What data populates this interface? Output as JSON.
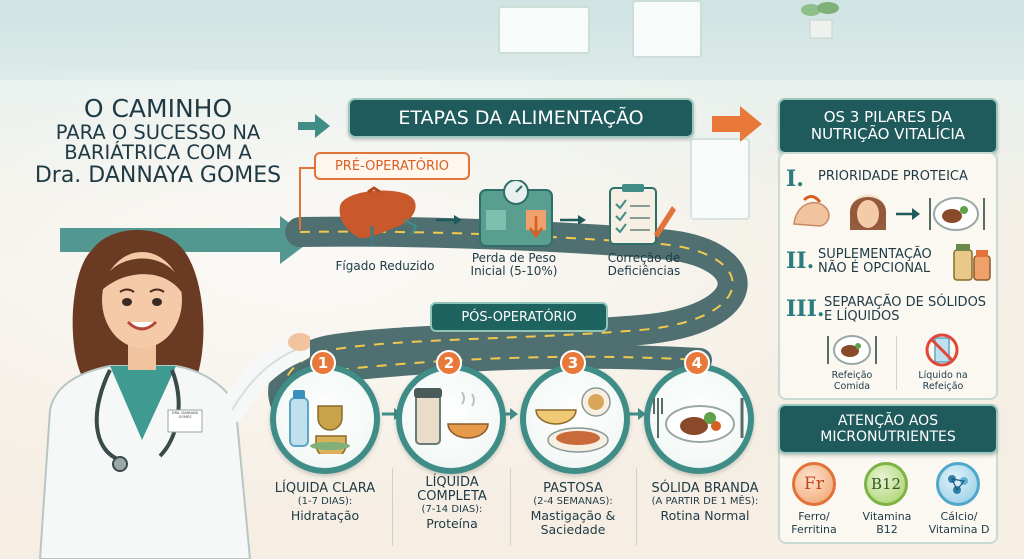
{
  "title": {
    "line1": "O CAMINHO",
    "line2": "PARA O SUCESSO NA",
    "line3": "BARIÁTRICA COM A",
    "line4": "Dra. DANNAYA GOMES"
  },
  "etapas_header": "ETAPAS DA ALIMENTAÇÃO",
  "pre_operatorio": {
    "label": "PRÉ-OPERATÓRIO",
    "steps": [
      {
        "label": "Fígado Reduzido",
        "icon": "liver-icon"
      },
      {
        "label": "Perda de Peso Inicial (5-10%)",
        "icon": "scale-icon"
      },
      {
        "label": "Correção de Deficiências",
        "icon": "clipboard-icon"
      }
    ]
  },
  "pos_operatorio": {
    "label": "PÓS-OPERATÓRIO",
    "stages": [
      {
        "number": "1",
        "title": "LÍQUIDA CLARA",
        "duration": "(1-7 DIAS):",
        "desc": "Hidratação",
        "icon": "water-tea-icon"
      },
      {
        "number": "2",
        "title": "LÍQUIDA COMPLETA",
        "duration": "(7-14 DIAS):",
        "desc": "Proteína",
        "icon": "shake-soup-icon"
      },
      {
        "number": "3",
        "title": "PASTOSA",
        "duration": "(2-4 SEMANAS):",
        "desc": "Mastigação & Saciedade",
        "icon": "puree-icon"
      },
      {
        "number": "4",
        "title": "SÓLIDA BRANDA",
        "duration": "(A PARTIR DE 1 MÊS):",
        "desc": "Rotina Normal",
        "icon": "plate-icon"
      }
    ]
  },
  "pilares": {
    "header": "OS 3 PILARES DA NUTRIÇÃO VITALÍCIA",
    "items": [
      {
        "roman": "I.",
        "title": "PRIORIDADE PROTEICA"
      },
      {
        "roman": "II.",
        "title": "SUPLEMENTAÇÃO NÃO É OPCIONAL"
      },
      {
        "roman": "III.",
        "title": "SEPARAÇÃO DE SÓLIDOS E LÍQUIDOS"
      }
    ],
    "separacao": {
      "left": "Refeição Comida",
      "right": "Líquido na Refeição"
    }
  },
  "micronutrientes": {
    "header": "ATENÇÃO AOS MICRONUTRIENTES",
    "items": [
      {
        "symbol": "Fr",
        "label": "Ferro/ Ferritina",
        "color": "#e0723a"
      },
      {
        "symbol": "B12",
        "label": "Vitamina B12",
        "color": "#7cb342"
      },
      {
        "symbol": "",
        "label": "Cálcio/ Vitamina D",
        "color": "#4fa7c9"
      }
    ]
  },
  "doctor_badge": "DRA. DANNAYA GOMES",
  "colors": {
    "teal_dark": "#1f5a5c",
    "orange": "#e8793a",
    "road": "#4f6f71"
  }
}
